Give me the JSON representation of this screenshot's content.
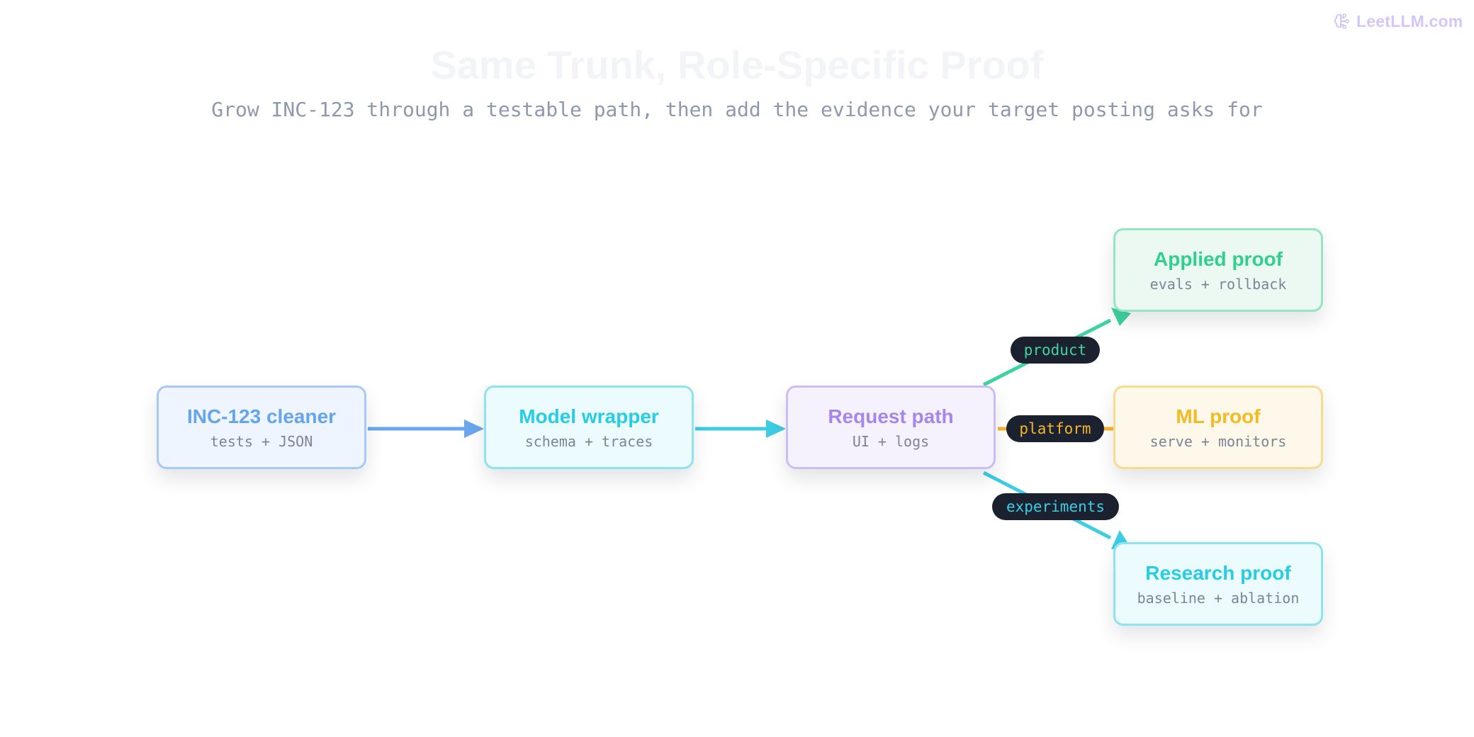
{
  "brand": {
    "name": "LeetLLM.com",
    "color": "#d4c6fb"
  },
  "title": "Same Trunk, Role-Specific Proof",
  "subtitle": "Grow INC-123 through a testable path, then add the evidence your target posting asks for",
  "nodes": {
    "cleaner": {
      "title": "INC-123 cleaner",
      "subtitle": "tests + JSON",
      "color": "#64a5ee",
      "border": "#a7c9f6",
      "fill": "#eff5fe"
    },
    "wrapper": {
      "title": "Model wrapper",
      "subtitle": "schema + traces",
      "color": "#26cde3",
      "border": "#8ee3ef",
      "fill": "#ecfbfd"
    },
    "request": {
      "title": "Request path",
      "subtitle": "UI + logs",
      "color": "#a586ec",
      "border": "#cdbdf5",
      "fill": "#f5f2fe"
    },
    "applied": {
      "title": "Applied proof",
      "subtitle": "evals + rollback",
      "color": "#2fcf8c",
      "border": "#95e5c3",
      "fill": "#ebf9f2"
    },
    "ml": {
      "title": "ML proof",
      "subtitle": "serve + monitors",
      "color": "#f4ba22",
      "border": "#f7dc90",
      "fill": "#fef8ea"
    },
    "research": {
      "title": "Research proof",
      "subtitle": "baseline + ablation",
      "color": "#26cde3",
      "border": "#8ee3ef",
      "fill": "#ecfbfd"
    }
  },
  "edges": {
    "trunk1_color": "#6aa6ef",
    "trunk2_color": "#3ccde5",
    "product": {
      "label": "product",
      "color": "#3fd3a0"
    },
    "platform": {
      "label": "platform",
      "color": "#f4b52c"
    },
    "experiments": {
      "label": "experiments",
      "color": "#3ccde5"
    }
  }
}
